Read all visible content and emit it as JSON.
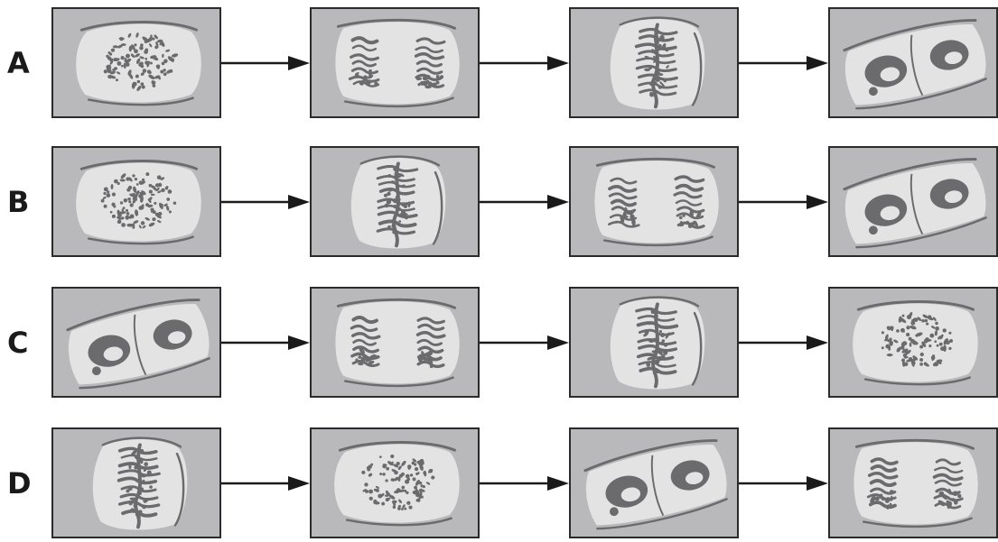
{
  "colors": {
    "panel_bg": "#b9b9bb",
    "cell_fill": "#e3e3e3",
    "chromatin": "#6b6b6d",
    "membrane": "#6b6b6d",
    "frame": "#2b2b2b",
    "arrow": "#1a1a1a"
  },
  "rows": [
    {
      "label": "A",
      "stages": [
        "interphase",
        "anaphase",
        "metaphase",
        "telophase"
      ]
    },
    {
      "label": "B",
      "stages": [
        "interphase",
        "metaphase",
        "anaphase",
        "telophase"
      ]
    },
    {
      "label": "C",
      "stages": [
        "telophase",
        "anaphase",
        "metaphase",
        "interphase"
      ]
    },
    {
      "label": "D",
      "stages": [
        "metaphase",
        "interphase",
        "telophase",
        "anaphase"
      ]
    }
  ]
}
